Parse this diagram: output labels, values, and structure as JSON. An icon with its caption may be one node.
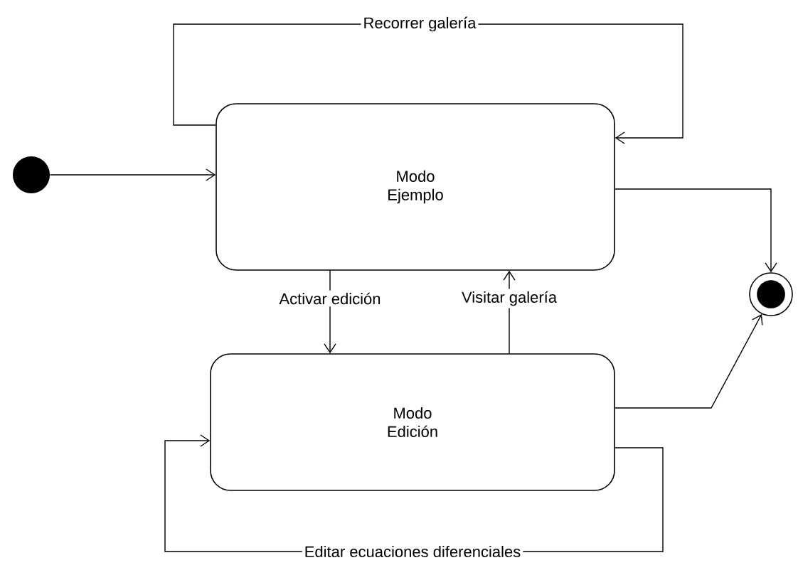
{
  "diagram": {
    "nodes": [
      {
        "text": [],
        "shape": "circle"
      },
      {
        "text": [
          "Modo Ejemplo"
        ]
      },
      {
        "text": [
          "Modo Edición"
        ]
      },
      {
        "text": [],
        "shape": "bullseye"
      }
    ],
    "edges": [
      {
        "from": 0,
        "to": 1,
        "arrow": "to"
      },
      {
        "from": 1,
        "to": 1,
        "arrow": "to",
        "label": "Recorrer galería"
      },
      {
        "from": 1,
        "to": 2,
        "arrow": "to",
        "label": "Activar edición"
      },
      {
        "from": 2,
        "to": 1,
        "arrow": "to",
        "label": "Visitar galería"
      },
      {
        "from": 1,
        "to": 3,
        "arrow": "to"
      },
      {
        "from": 2,
        "to": 3,
        "arrow": "to"
      },
      {
        "from": 2,
        "to": 2,
        "arrow": "to",
        "label": "Editar ecuaciones diferenciales"
      }
    ]
  }
}
